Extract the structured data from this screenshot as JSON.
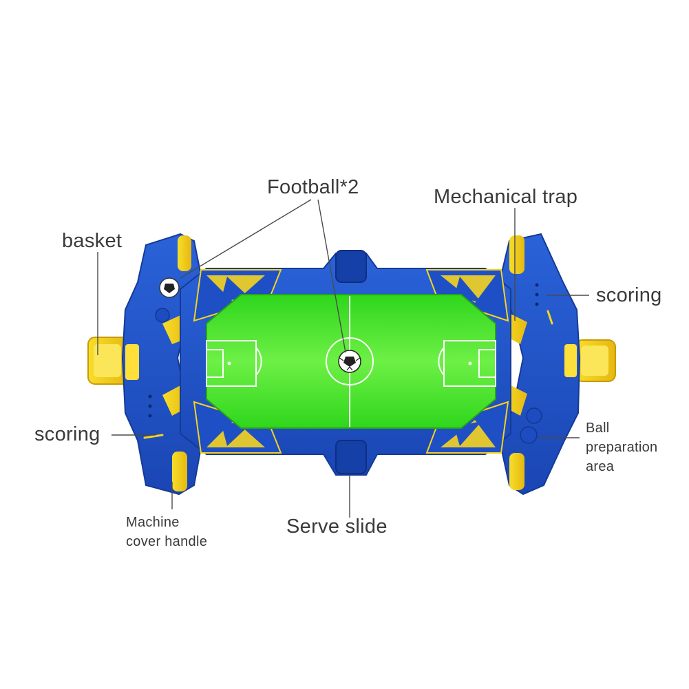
{
  "labels": {
    "football": "Football*2",
    "mechanical_trap": "Mechanical trap",
    "basket": "basket",
    "scoring_right": "scoring",
    "scoring_left": "scoring",
    "ball_prep_line1": "Ball",
    "ball_prep_line2": "preparation",
    "ball_prep_line3": "area",
    "serve_slide": "Serve slide",
    "handle_line1": "Machine",
    "handle_line2": "cover handle"
  },
  "colors": {
    "body_blue": "#1f55c9",
    "body_dark_blue": "#17399a",
    "field_green": "#33dd22",
    "field_light_green": "#7bf25a",
    "accent_yellow": "#f5d321",
    "text": "#3a3a3a",
    "leader_line": "#4a4a4a"
  }
}
